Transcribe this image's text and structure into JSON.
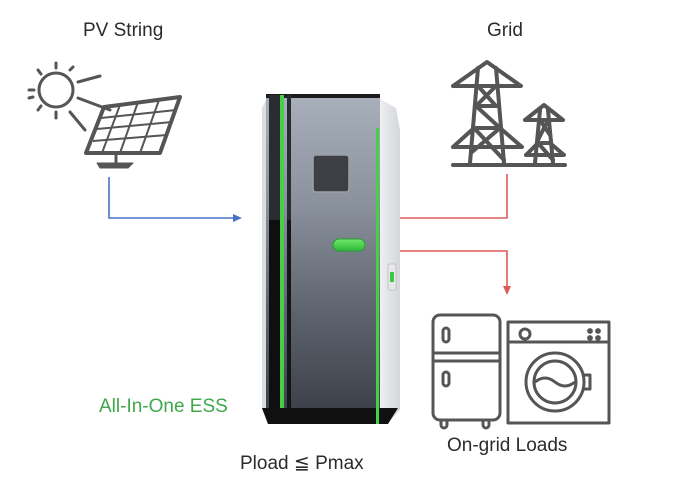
{
  "diagram": {
    "nodes": {
      "pv": {
        "label": "PV String",
        "icon": "solar-panel-sun-icon"
      },
      "grid": {
        "label": "Grid",
        "icon": "power-tower-icon"
      },
      "ess": {
        "label": "All-In-One ESS",
        "icon": "ess-cabinet"
      },
      "loads": {
        "label": "On-grid Loads",
        "icon": "fridge-washer-icon"
      }
    },
    "condition": "Pload ≦ Pmax",
    "edges": [
      {
        "from": "PV String",
        "to": "All-In-One ESS",
        "color": "#4a72c4"
      },
      {
        "from": "Grid",
        "to": "All-In-One ESS",
        "color": "#e05a5a"
      },
      {
        "from": "All-In-One ESS",
        "to": "On-grid Loads",
        "color": "#e05a5a"
      }
    ],
    "colors": {
      "accent_green": "#3fa84a",
      "pv_flow": "#4a72c4",
      "grid_flow": "#e05a5a",
      "icon_gray": "#555555"
    }
  }
}
